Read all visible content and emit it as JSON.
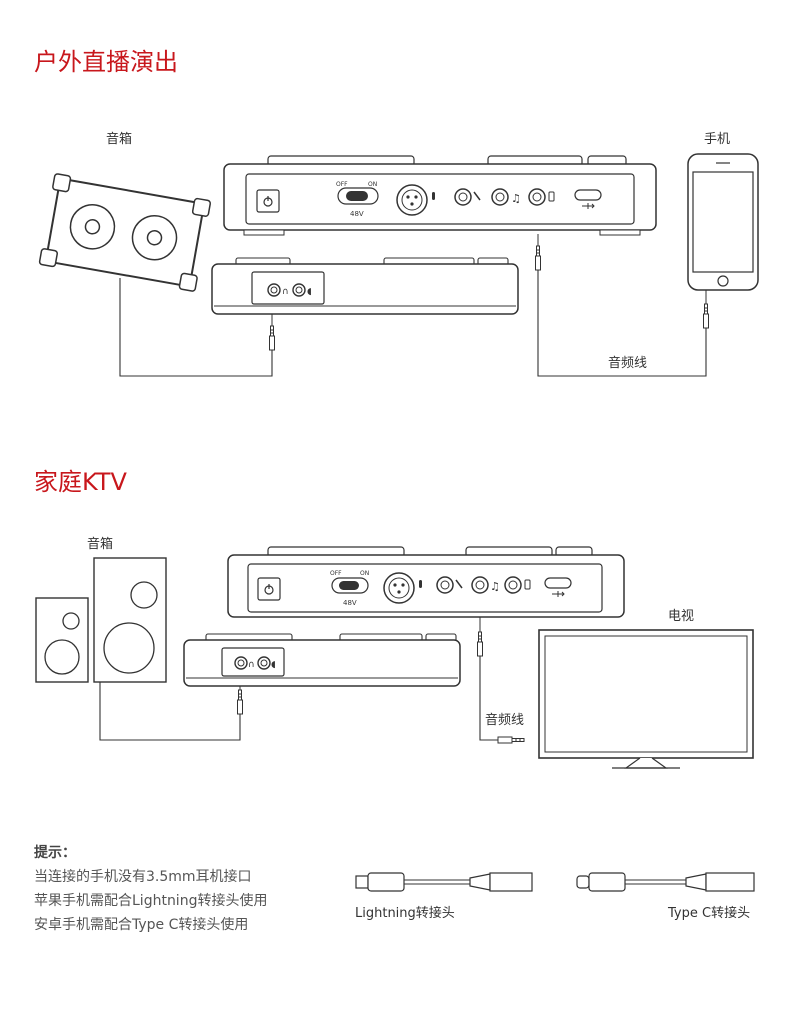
{
  "section1": {
    "title": "户外直播演出",
    "speaker_label": "音箱",
    "phone_label": "手机",
    "cable_label": "音频线",
    "panel": {
      "off": "OFF",
      "on": "ON",
      "phantom": "48V"
    }
  },
  "section2": {
    "title": "家庭KTV",
    "speaker_label": "音箱",
    "tv_label": "电视",
    "cable_label": "音频线",
    "panel": {
      "off": "OFF",
      "on": "ON",
      "phantom": "48V"
    }
  },
  "tips": {
    "heading": "提示：",
    "lines": [
      "当连接的手机没有3.5mm耳机接口",
      "苹果手机需配合Lightning转接头使用",
      "安卓手机需配合Type C转接头使用"
    ]
  },
  "adapters": {
    "lightning_label": "Lightning转接头",
    "typec_label": "Type C转接头"
  },
  "colors": {
    "title_red": "#c8171c",
    "line": "#333333"
  }
}
